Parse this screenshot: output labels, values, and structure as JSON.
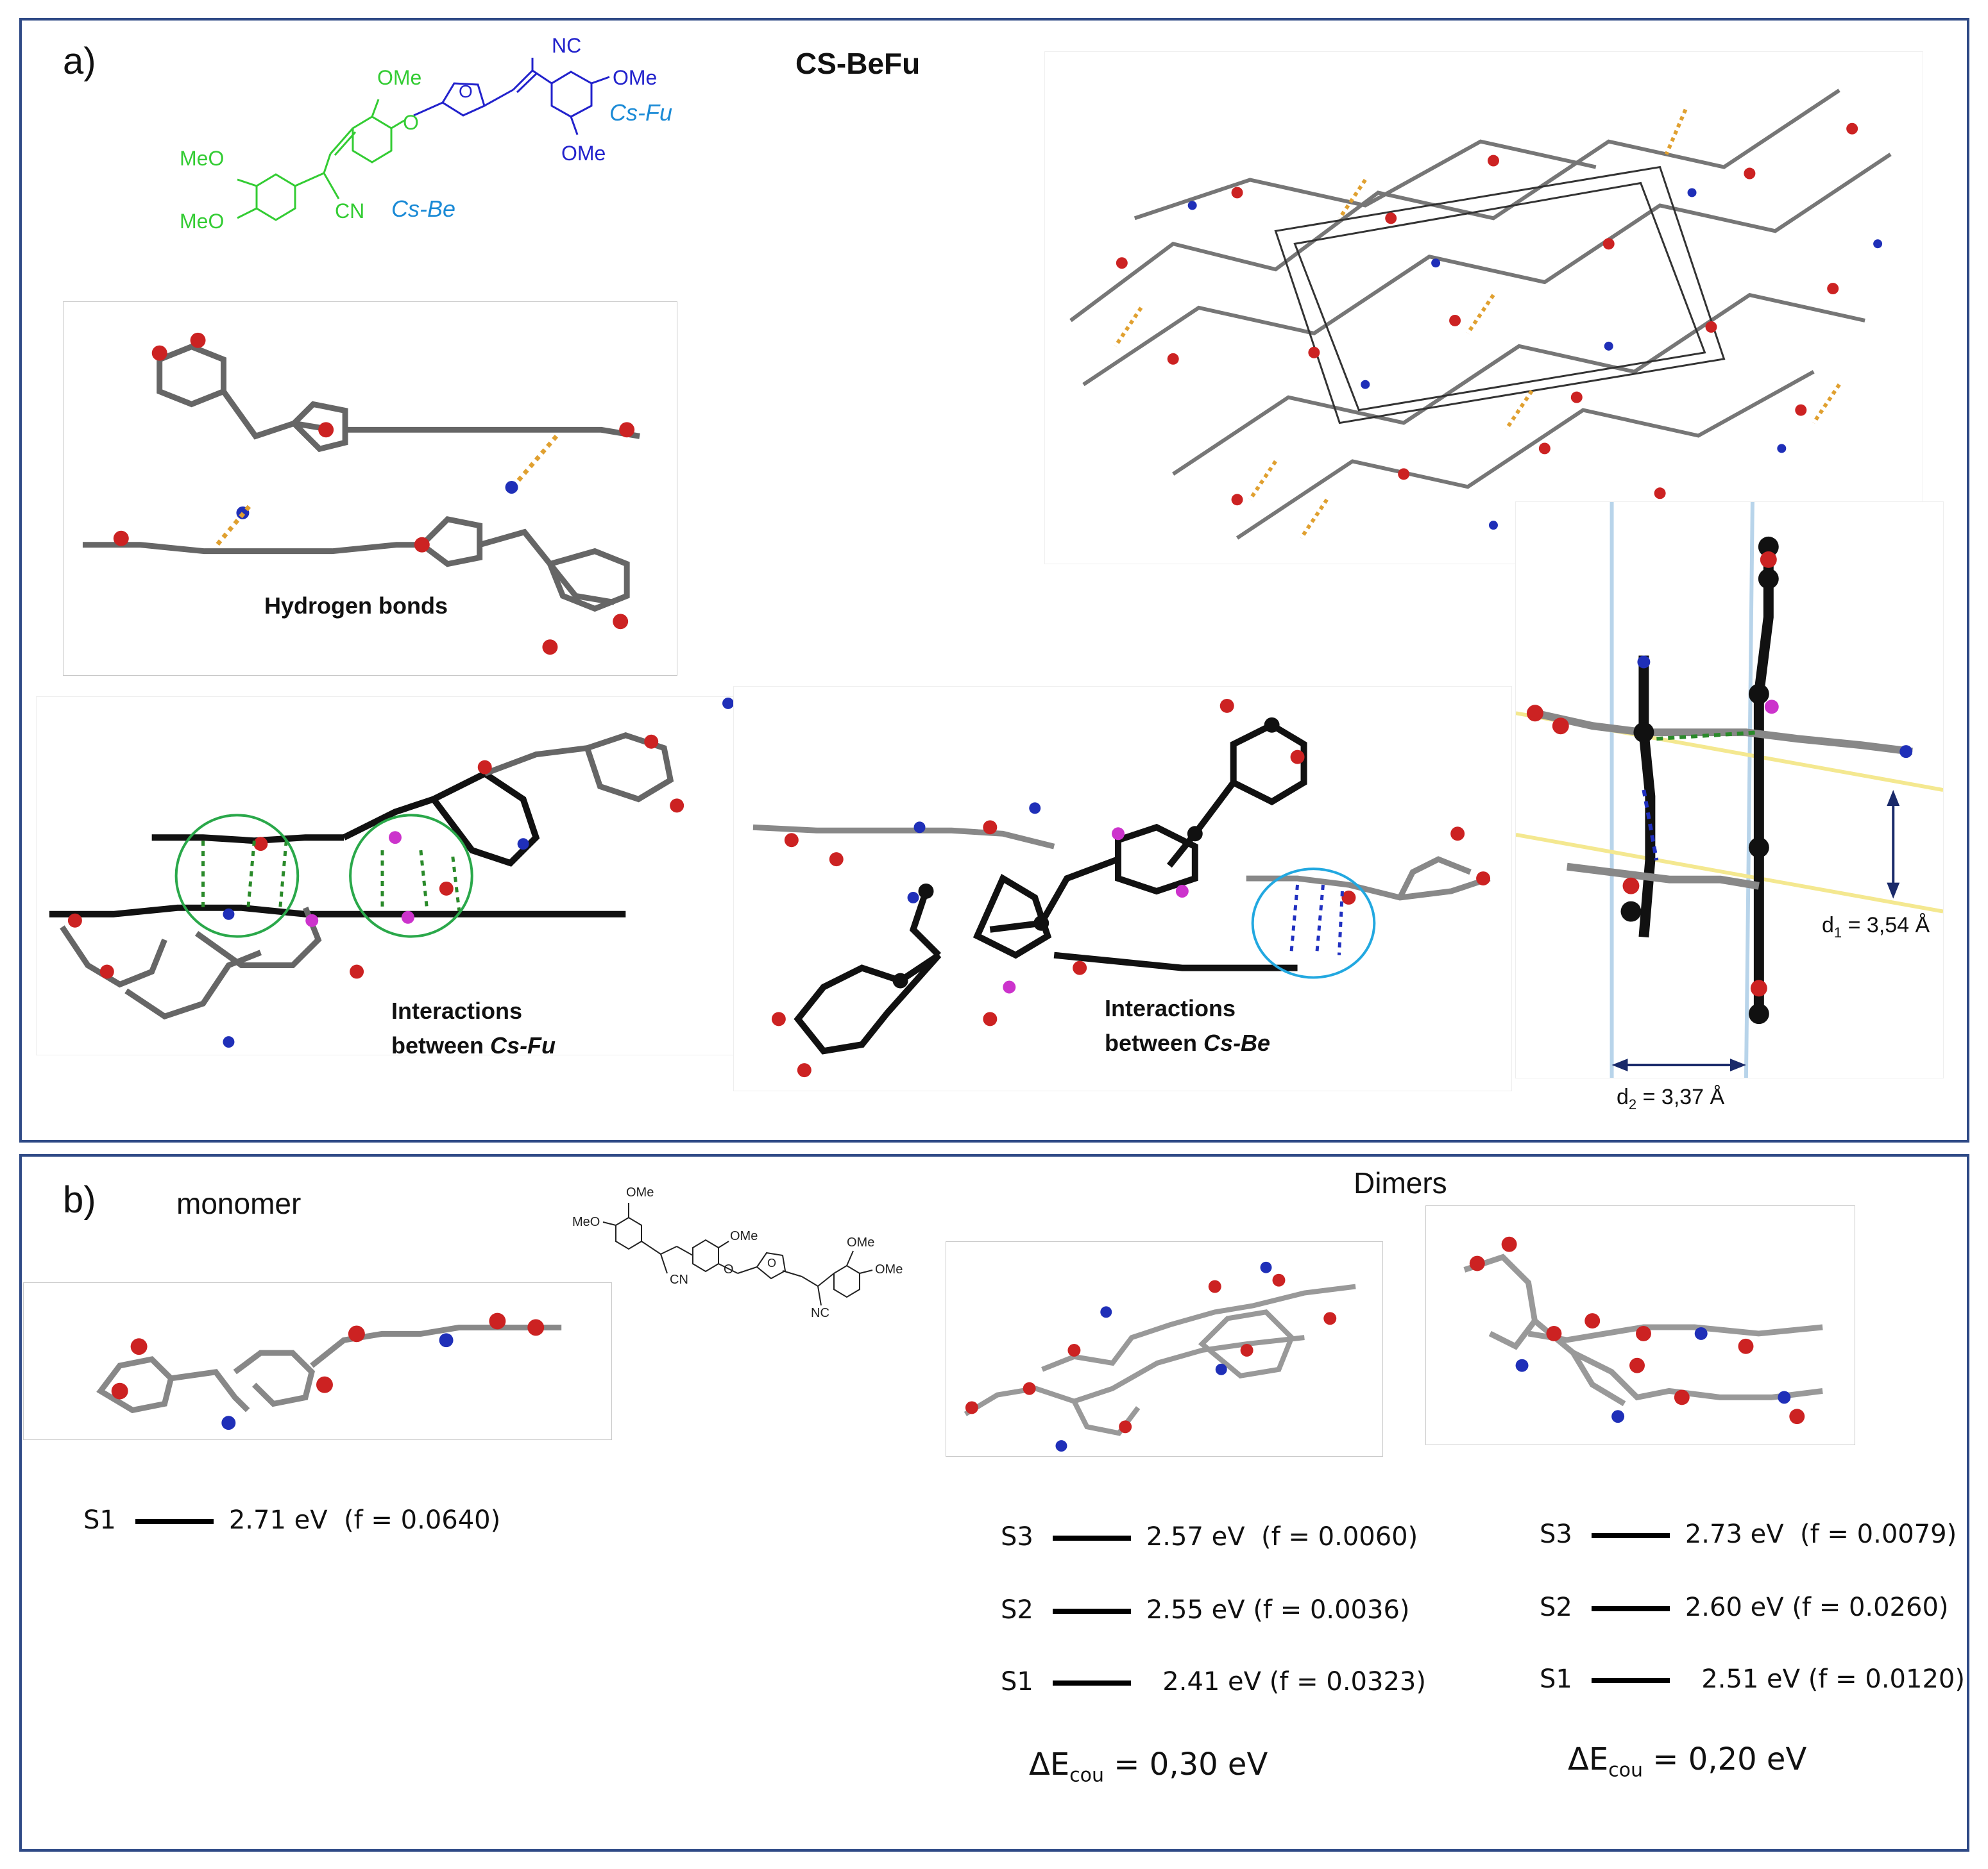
{
  "panel_a": {
    "letter": "a)",
    "title": "CS-BeFu",
    "scheme_labels": {
      "ome_1": "OMe",
      "meo_1": "MeO",
      "meo_2": "MeO",
      "cn_1": "CN",
      "nc_1": "NC",
      "ome_2": "OMe",
      "ome_3": "OMe",
      "o_link": "O",
      "o_furan": "O",
      "cs_be": "Cs-Be",
      "cs_fu": "Cs-Fu"
    },
    "hydrogen_bonds": "Hydrogen bonds",
    "interactions_fu": {
      "line1": "Interactions",
      "line2_prefix": "between ",
      "line2_italic": "Cs-Fu"
    },
    "interactions_be": {
      "line1": "Interactions",
      "line2_prefix": "between ",
      "line2_italic": "Cs-Be"
    },
    "d1": {
      "prefix": "d",
      "sub": "1",
      "value": " = 3,54 Å"
    },
    "d2": {
      "prefix": "d",
      "sub": "2",
      "value": " = 3,37 Å"
    }
  },
  "panel_b": {
    "letter": "b)",
    "monomer": "monomer",
    "dimers": "Dimers",
    "scheme_labels": {
      "ome_1": "OMe",
      "meo_1": "MeO",
      "cn_1": "CN",
      "ome_2": "OMe",
      "o_link": "O",
      "o_furan": "O",
      "ome_3": "OMe",
      "ome_4": "OMe",
      "nc_1": "NC"
    },
    "monomer_levels": [
      {
        "state": "S1",
        "energy": "2.71 eV",
        "f": "(f = 0.0640)"
      }
    ],
    "dimer1_levels": [
      {
        "state": "S3",
        "energy": "2.57 eV",
        "f": "(f = 0.0060)"
      },
      {
        "state": "S2",
        "energy": "2.55 eV",
        "f": "(f = 0.0036)"
      },
      {
        "state": "S1",
        "energy": "2.41 eV",
        "f": "(f = 0.0323)"
      }
    ],
    "dimer2_levels": [
      {
        "state": "S3",
        "energy": "2.73 eV",
        "f": "(f = 0.0079)"
      },
      {
        "state": "S2",
        "energy": "2.60 eV",
        "f": "(f = 0.0260)"
      },
      {
        "state": "S1",
        "energy": "2.51 eV",
        "f": "(f = 0.0120)"
      }
    ],
    "delta1": {
      "prefix": "ΔE",
      "sub": "cou",
      "value": " = 0,30 eV"
    },
    "delta2": {
      "prefix": "ΔE",
      "sub": "cou",
      "value": " = 0,20 eV"
    }
  },
  "colors": {
    "frame": "#2f4a86",
    "be_green": "#33cc33",
    "fu_blue": "#2222cc",
    "atom_carbon_dark": "#111111",
    "atom_carbon_grey": "#9a9a9a",
    "atom_oxygen": "#d01010",
    "atom_nitrogen": "#1f2fb8",
    "atom_h": "#e8e8e8",
    "hbond": "#e0a030",
    "stack_green": "#2a8a2a",
    "stack_blue": "#2030c0",
    "circle_green": "#2aa84a",
    "circle_cyan": "#22a8e0",
    "plane_yellow": "#f4e890",
    "plane_blue": "#b8d4ea",
    "arrow_navy": "#1a2a6a",
    "magenta": "#cc33cc"
  }
}
